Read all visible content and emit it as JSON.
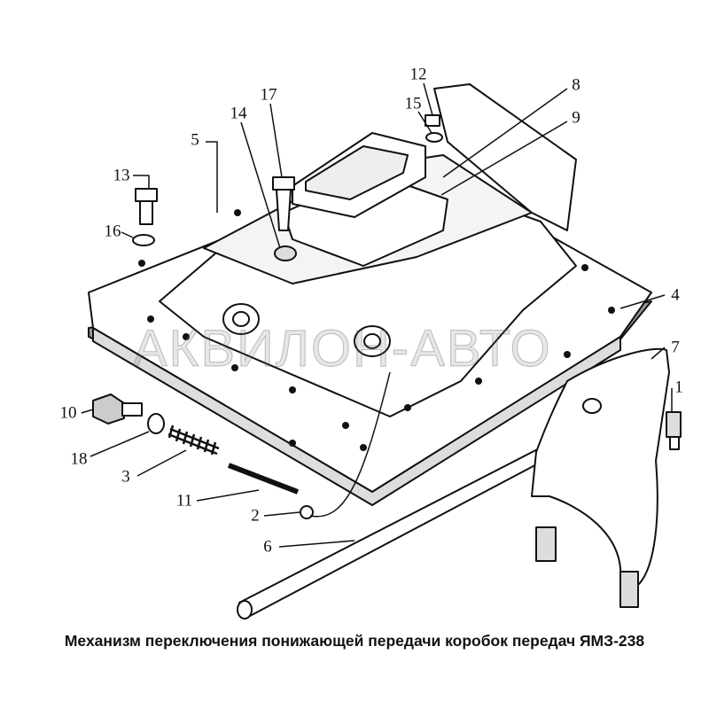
{
  "figure": {
    "caption": "Механизм переключения понижающей передачи коробок передач ЯМЗ-238",
    "watermark": "АКВИЛОН-АВТО",
    "callouts": [
      "1",
      "2",
      "3",
      "4",
      "5",
      "6",
      "7",
      "8",
      "9",
      "10",
      "11",
      "12",
      "13",
      "14",
      "15",
      "16",
      "17",
      "18"
    ]
  }
}
